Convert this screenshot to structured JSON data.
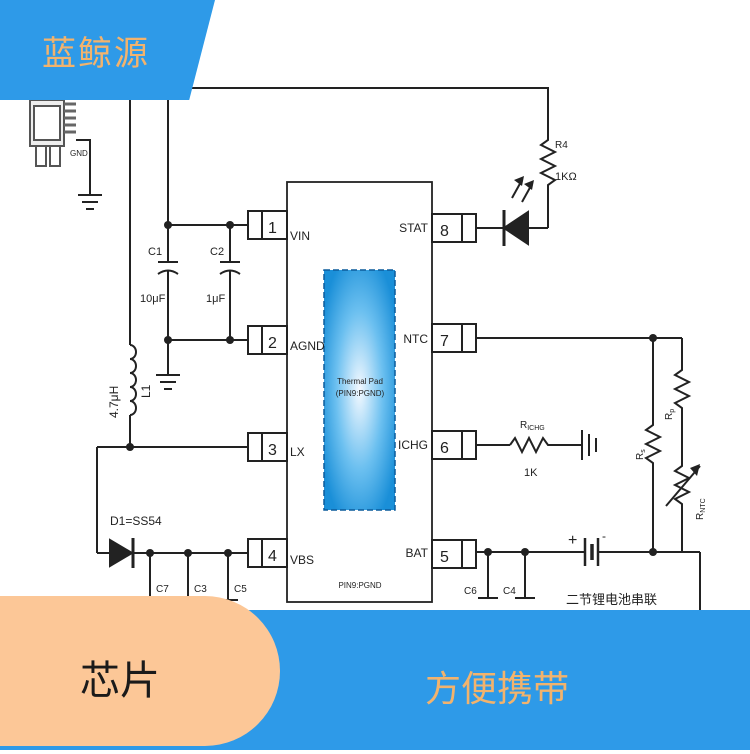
{
  "brand": {
    "name": "蓝鲸源"
  },
  "banner": {
    "left_label": "芯片",
    "right_label": "方便携带"
  },
  "colors": {
    "brand_blue": "#2e9ae8",
    "accent_peach": "#fcc797",
    "brand_text": "#f2b36d"
  },
  "schematic": {
    "usb_gnd": "GND",
    "ic_left_pins": [
      {
        "num": "1",
        "name": "VIN"
      },
      {
        "num": "2",
        "name": "AGND"
      },
      {
        "num": "3",
        "name": "LX"
      },
      {
        "num": "4",
        "name": "VBS"
      }
    ],
    "ic_right_pins": [
      {
        "num": "8",
        "name": "STAT"
      },
      {
        "num": "7",
        "name": "NTC"
      },
      {
        "num": "6",
        "name": "ICHG"
      },
      {
        "num": "5",
        "name": "BAT"
      }
    ],
    "thermal_pad_line1": "Thermal Pad",
    "thermal_pad_line2": "(PIN9:PGND)",
    "ic_bottom_label": "PIN9:PGND",
    "c1_name": "C1",
    "c1_value": "10μF",
    "c2_name": "C2",
    "c2_value": "1μF",
    "inductor_value": "4.7μH",
    "inductor_name": "L1",
    "r4_name": "R4",
    "r4_value": "1KΩ",
    "richg_main": "R",
    "richg_sub": "ICHG",
    "richg_value": "1K",
    "diode": "D1=SS54",
    "c7": "C7",
    "c3": "C3",
    "c5": "C5",
    "c6": "C6",
    "c4": "C4",
    "battery_label": "二节锂电池串联",
    "battery_plus": "+",
    "battery_minus": "-",
    "r_ntc_main": "R",
    "r_ntc_sub": "NTC",
    "rs_main": "R",
    "rs_sub": "s",
    "rp_main": "R",
    "rp_sub": "p"
  }
}
